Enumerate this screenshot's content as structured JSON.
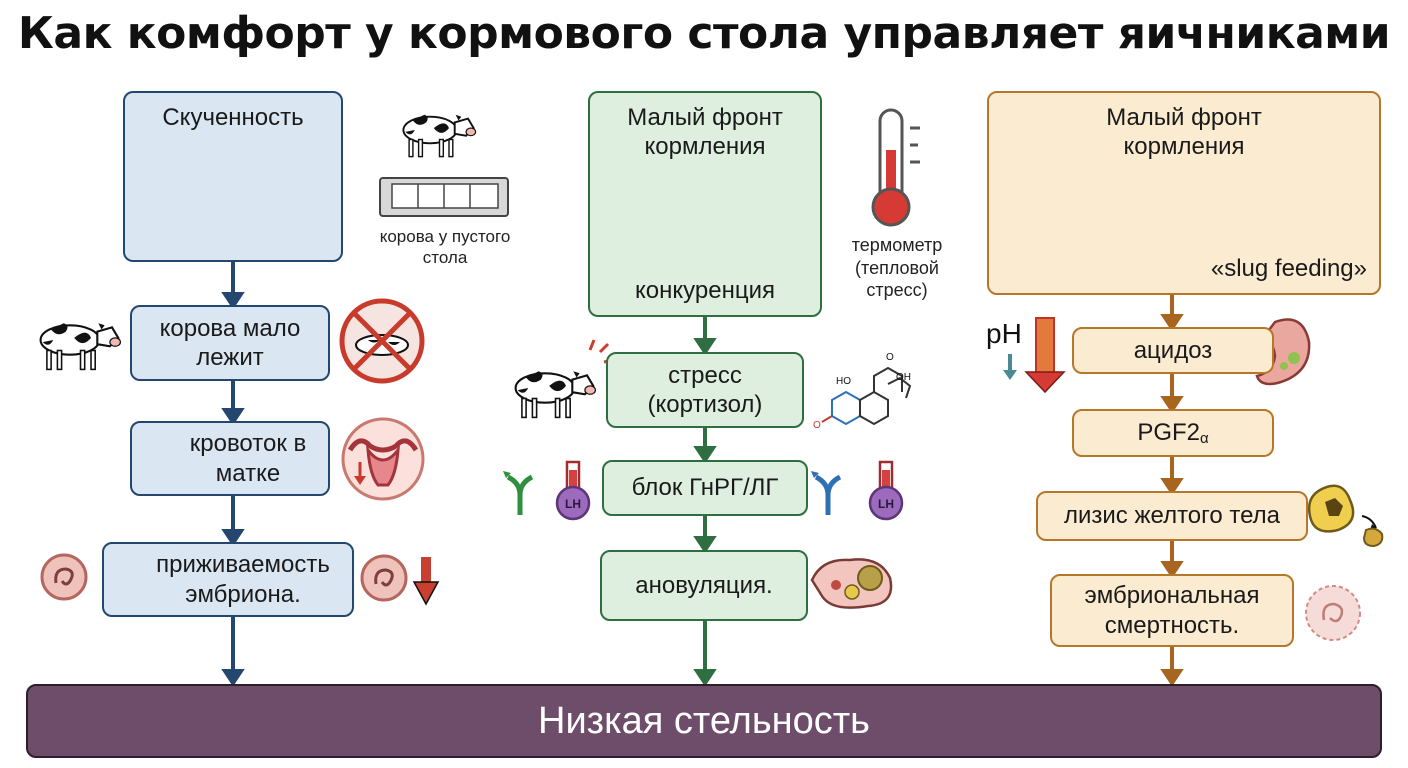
{
  "title": "Как комфорт у кормового стола управляет яичниками",
  "left": {
    "header": "Скученность",
    "side_caption": "корова у пустого стола",
    "steps": [
      "корова мало лежит",
      "кровоток в матке",
      "приживаемость эмбриона."
    ]
  },
  "middle": {
    "header": "Малый фронт кормления",
    "header_sub": "конкуренция",
    "side_caption": "термометр (тепловой стресс)",
    "steps": [
      "стресс (кортизол)",
      "блок ГнРГ/ЛГ",
      "ановуляция."
    ],
    "lh_label": "LH"
  },
  "right": {
    "header": "Малый фронт кормления",
    "header_sub": "«slug feeding»",
    "ph_label": "pH",
    "steps": [
      "ацидоз",
      "PGF2",
      "лизис желтого тела",
      "эмбриональная смертность."
    ],
    "pgf_subscript": "α"
  },
  "bottom_label": "Низкая стельность",
  "colors": {
    "blue_border": "#24476f",
    "blue_fill": "#dbe6f3",
    "green_border": "#2f6e40",
    "green_fill": "#deefdf",
    "orange_border": "#b5772a",
    "orange_fill": "#fbebd0",
    "bottom_fill": "#6e4d6b"
  }
}
